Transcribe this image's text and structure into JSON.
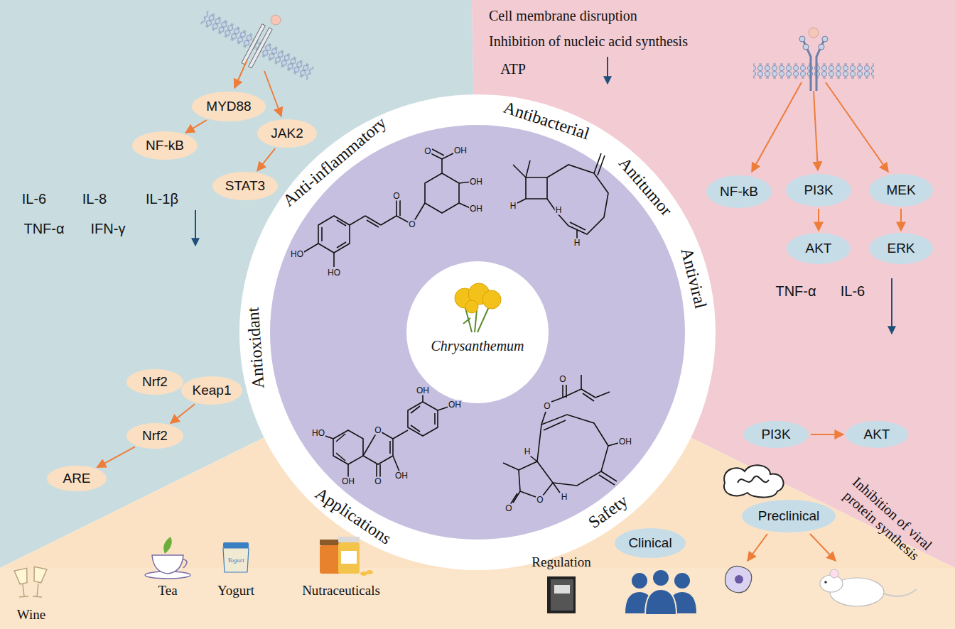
{
  "diagram": {
    "nodes": [
      {
        "text": [
          "Chrysanthemum"
        ]
      },
      {
        "text": [
          "MYD88"
        ]
      },
      {
        "text": [
          "NF-kB"
        ]
      },
      {
        "text": [
          "JAK2"
        ]
      },
      {
        "text": [
          "STAT3"
        ]
      },
      {
        "text": [
          "Nrf2"
        ]
      },
      {
        "text": [
          "Keap1"
        ]
      },
      {
        "text": [
          "Nrf2"
        ]
      },
      {
        "text": [
          "ARE"
        ]
      },
      {
        "text": [
          "NF-kB"
        ]
      },
      {
        "text": [
          "PI3K"
        ]
      },
      {
        "text": [
          "MEK"
        ]
      },
      {
        "text": [
          "AKT"
        ]
      },
      {
        "text": [
          "ERK"
        ]
      },
      {
        "text": [
          "PI3K"
        ]
      },
      {
        "text": [
          "AKT"
        ]
      },
      {
        "text": [
          "Clinical"
        ]
      },
      {
        "text": [
          "Preclinical"
        ]
      }
    ],
    "edges": [
      {
        "from": 1,
        "to": 2,
        "arrow": "to"
      },
      {
        "from": 3,
        "to": 4,
        "arrow": "to"
      },
      {
        "from": 6,
        "to": 7,
        "arrow": "to"
      },
      {
        "from": 7,
        "to": 8,
        "arrow": "to"
      },
      {
        "from": 10,
        "to": 12,
        "arrow": "to"
      },
      {
        "from": 11,
        "to": 13,
        "arrow": "to"
      },
      {
        "from": 14,
        "to": 15,
        "arrow": "to"
      }
    ],
    "labels": [
      "Cell membrane disruption",
      "Inhibition of nucleic acid synthesis",
      "ATP",
      "IL-6",
      "IL-8",
      "IL-1β",
      "TNF-α",
      "IFN-γ",
      "TNF-α",
      "IL-6",
      "Inhibition of viral protein synthesis",
      "Anti-inflammatory",
      "Antibacterial",
      "Antitumor",
      "Antiviral",
      "Safety",
      "Applications",
      "Antioxidant",
      "Wine",
      "Tea",
      "Yogurt",
      "Nutraceuticals",
      "Regulation",
      "Yogurt",
      "O",
      "OH",
      "OH",
      "OH",
      "O",
      "O",
      "HO",
      "HO",
      "H",
      "H",
      "H",
      "O",
      "OH",
      "OH",
      "OH",
      "O",
      "HO",
      "OH",
      "O",
      "O",
      "OH",
      "O",
      "O",
      "H",
      "H"
    ]
  }
}
